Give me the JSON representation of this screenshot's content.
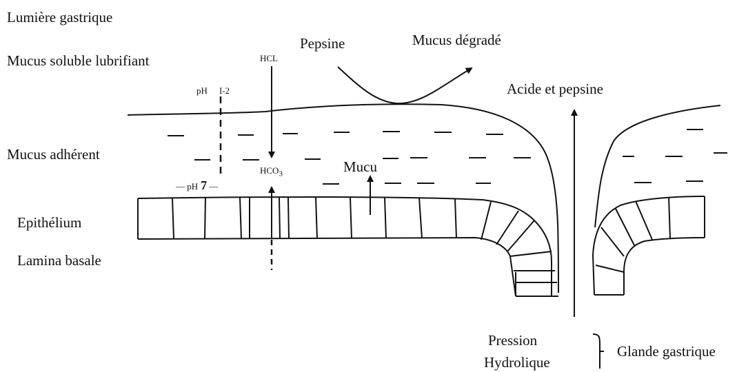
{
  "labels": {
    "lumiere": "Lumière gastrique",
    "mucus_soluble": "Mucus soluble lubrifiant",
    "mucus_adherent": "Mucus adhérent",
    "epithelium": "Epithélium",
    "lamina": "Lamina basale",
    "pepsine": "Pepsine",
    "mucus_degrade": "Mucus dégradé",
    "acide_pepsine": "Acide et pepsine",
    "hcl": "HCL",
    "ph_low_prefix": "pH",
    "ph_low_value": "I-2",
    "ph_high_prefix": "pH",
    "ph_high_value": "7",
    "hco3": "HCO",
    "hco3_sub": "3",
    "mucu": "Mucu",
    "pression": "Pression",
    "hydrolique": "Hydrolique",
    "glande": "Glande gastrique"
  },
  "colors": {
    "ink": "#111111",
    "background": "#ffffff"
  }
}
